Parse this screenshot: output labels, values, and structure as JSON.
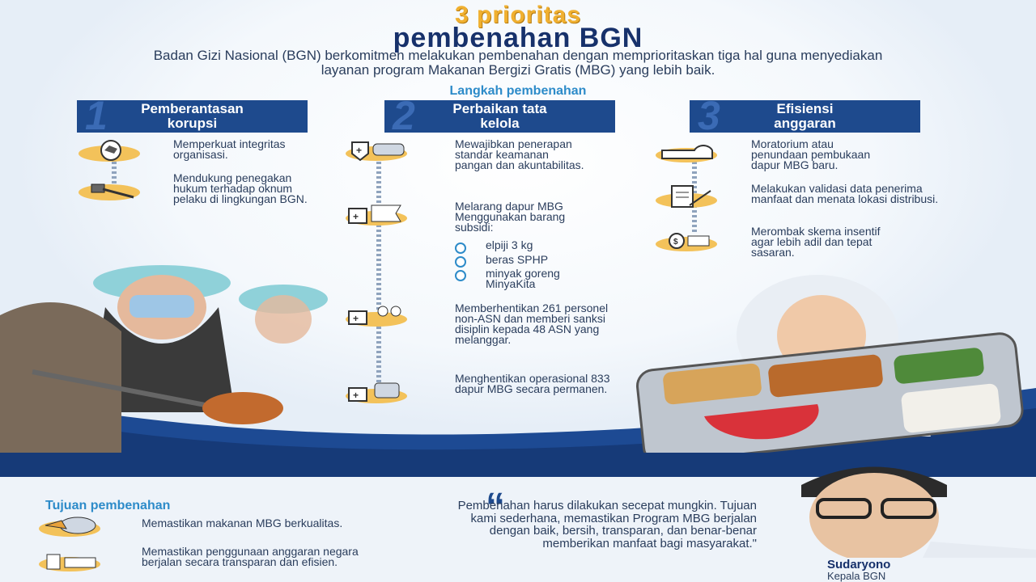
{
  "header": {
    "title_line1": "3 prioritas",
    "title_line2": "pembenahan BGN",
    "intro": "Badan Gizi Nasional (BGN) berkomitmen melakukan pembenahan dengan memprioritaskan tiga hal guna menyediakan layanan program Makanan Bergizi Gratis (MBG) yang lebih baik.",
    "section": "Langkah pembenahan"
  },
  "columns": [
    {
      "number": "1",
      "title": "Pemberantasan korupsi",
      "items": [
        "Memperkuat integritas organisasi.",
        "Mendukung penegakan hukum terhadap oknum pelaku di lingkungan BGN."
      ]
    },
    {
      "number": "2",
      "title": "Perbaikan tata kelola",
      "items": [
        "Mewajibkan penerapan standar keamanan pangan dan akuntabilitas.",
        "Melarang dapur MBG Menggunakan barang subsidi:",
        "Memberhentikan 261 personel non-ASN dan memberi sanksi disiplin kepada 48 ASN yang melanggar.",
        "Menghentikan operasional 833 dapur MBG secara permanen."
      ],
      "subsidi": [
        "elpiji 3 kg",
        "beras SPHP",
        "minyak goreng MinyaKita"
      ]
    },
    {
      "number": "3",
      "title": "Efisiensi anggaran",
      "items": [
        "Moratorium atau penundaan pembukaan dapur MBG baru.",
        "Melakukan validasi data penerima manfaat dan menata lokasi distribusi.",
        "Merombak skema insentif agar lebih adil dan tepat sasaran."
      ]
    }
  ],
  "goals": {
    "title": "Tujuan pembenahan",
    "items": [
      "Memastikan makanan MBG berkualitas.",
      "Memastikan penggunaan anggaran negara berjalan secara transparan dan efisien."
    ]
  },
  "quote": {
    "text": "Pembenahan harus dilakukan secepat mungkin. Tujuan kami sederhana, memastikan Program MBG berjalan dengan baik, bersih, transparan, dan benar-benar memberikan manfaat bagi masyarakat.\"",
    "speaker": "Sudaryono",
    "role": "Kepala BGN"
  },
  "colors": {
    "navy": "#1e4a8d",
    "accent_blue": "#2d8bc9",
    "gold": "#f0b030",
    "title_navy": "#17316b"
  },
  "icons": [
    "seal-icon",
    "gavel-icon",
    "shield-icon",
    "label-icon",
    "people-icon",
    "closed-icon",
    "kitchen-icon",
    "clipboard-icon",
    "money-icon",
    "food-bowl-icon",
    "coins-icon"
  ]
}
